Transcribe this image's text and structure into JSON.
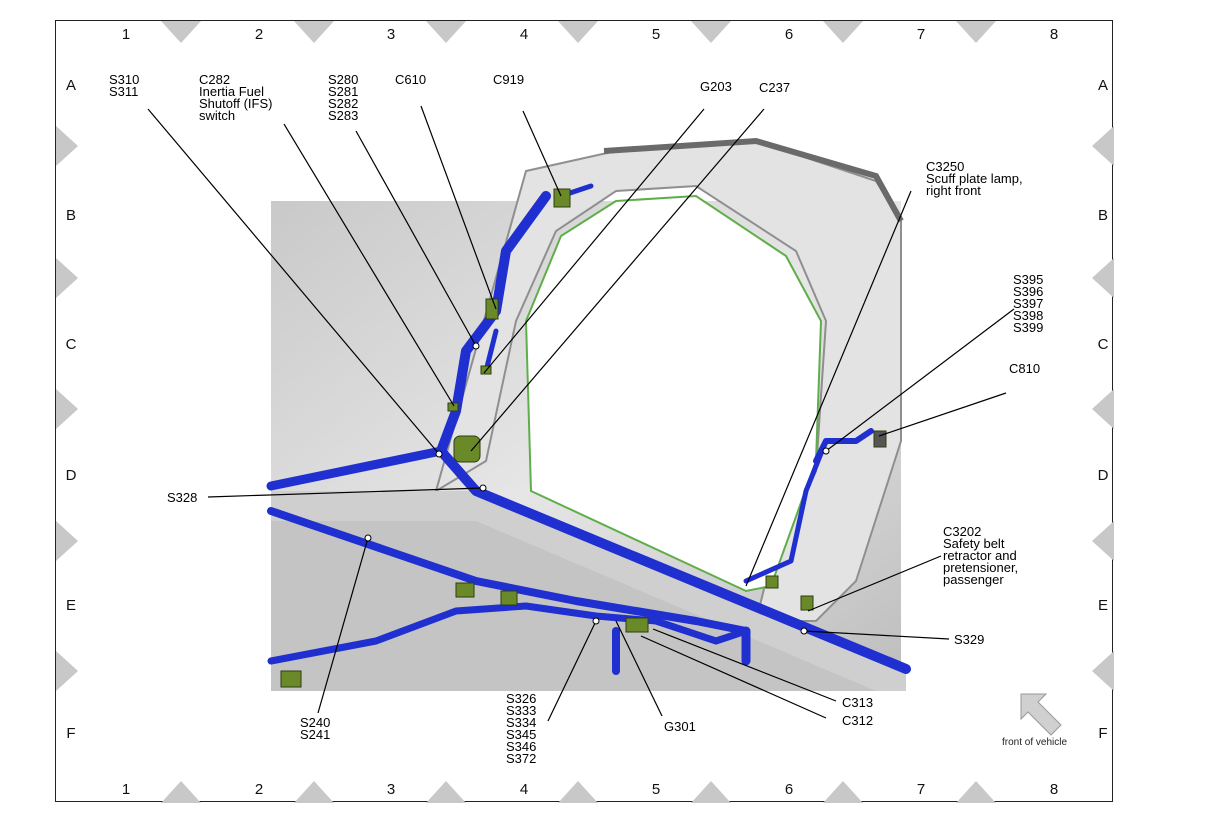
{
  "grid": {
    "columns": [
      "1",
      "2",
      "3",
      "4",
      "5",
      "6",
      "7",
      "8"
    ],
    "rows": [
      "A",
      "B",
      "C",
      "D",
      "E",
      "F"
    ]
  },
  "callouts": [
    {
      "id": "s310",
      "text": "S310\nS311"
    },
    {
      "id": "c282",
      "text": "C282\nInertia Fuel\nShutoff (IFS)\nswitch"
    },
    {
      "id": "s280",
      "text": "S280\nS281\nS282\nS283"
    },
    {
      "id": "c610",
      "text": "C610"
    },
    {
      "id": "c919",
      "text": "C919"
    },
    {
      "id": "g203",
      "text": "G203"
    },
    {
      "id": "c237",
      "text": "C237"
    },
    {
      "id": "c3250",
      "text": "C3250\nScuff plate lamp,\nright front"
    },
    {
      "id": "s395",
      "text": "S395\nS396\nS397\nS398\nS399"
    },
    {
      "id": "c810",
      "text": "C810"
    },
    {
      "id": "s328",
      "text": "S328"
    },
    {
      "id": "c3202",
      "text": "C3202\nSafety belt\nretractor and\npretensioner,\npassenger"
    },
    {
      "id": "s329",
      "text": "S329"
    },
    {
      "id": "c313",
      "text": "C313"
    },
    {
      "id": "c312",
      "text": "C312"
    },
    {
      "id": "g301",
      "text": "G301"
    },
    {
      "id": "s326",
      "text": "S326\nS333\nS334\nS345\nS346\nS372"
    },
    {
      "id": "s240",
      "text": "S240\nS241"
    }
  ],
  "orientation": {
    "caption": "front of vehicle",
    "icon": "arrow-up-left-icon"
  },
  "colors": {
    "harness": "#1f2fd0",
    "harness_dark": "#0c1680",
    "body": "#d9d9d9",
    "connector": "#6a8a2a",
    "marker": "#c8c8c8"
  }
}
